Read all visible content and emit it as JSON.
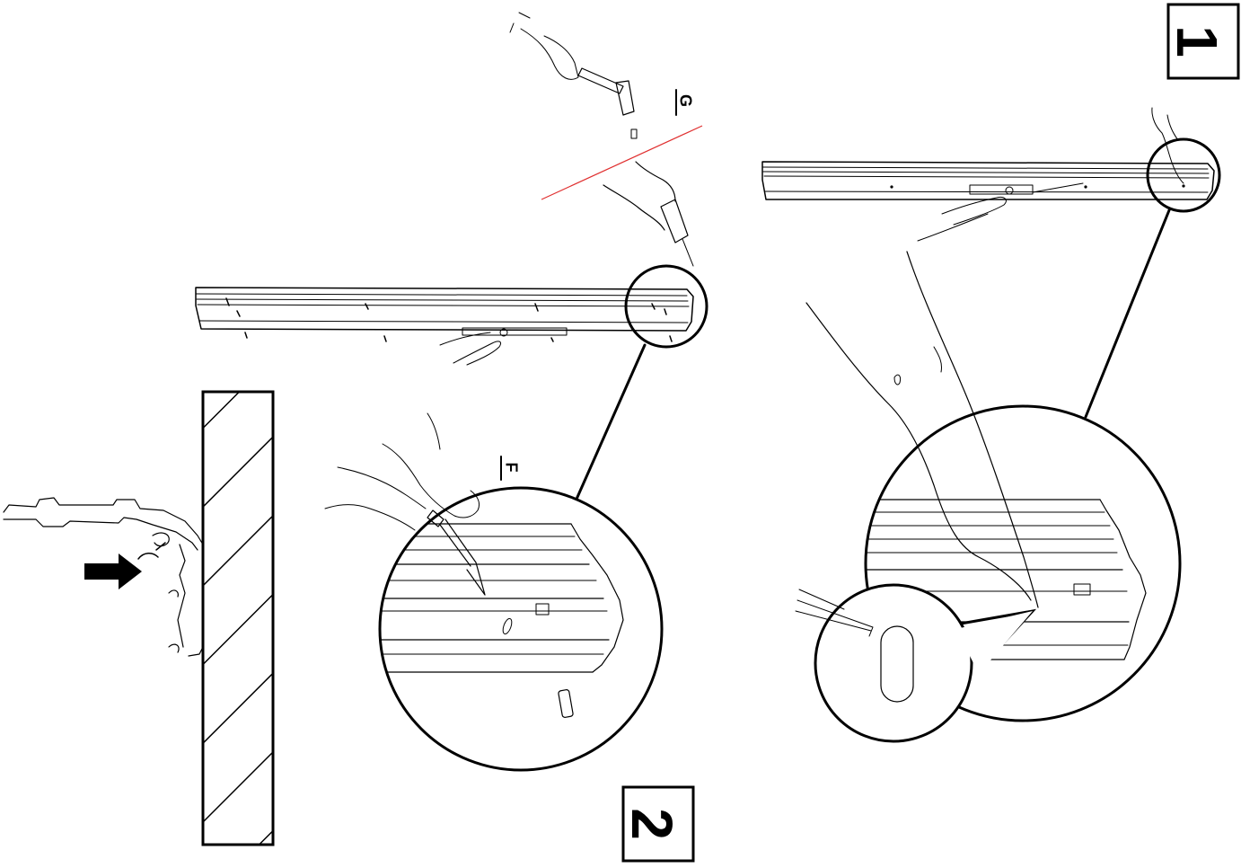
{
  "steps": {
    "step1": {
      "number": "1"
    },
    "step2": {
      "number": "2"
    }
  },
  "part_labels": {
    "drill_bit": "G",
    "screwdriver": "F"
  },
  "colors": {
    "line": "#000000",
    "divider": "#e03030",
    "background": "#ffffff"
  },
  "icons": [
    "hammer-icon",
    "drill-icon",
    "screwdriver-icon",
    "arrow-right-icon",
    "wall-icon",
    "hand-icon"
  ]
}
